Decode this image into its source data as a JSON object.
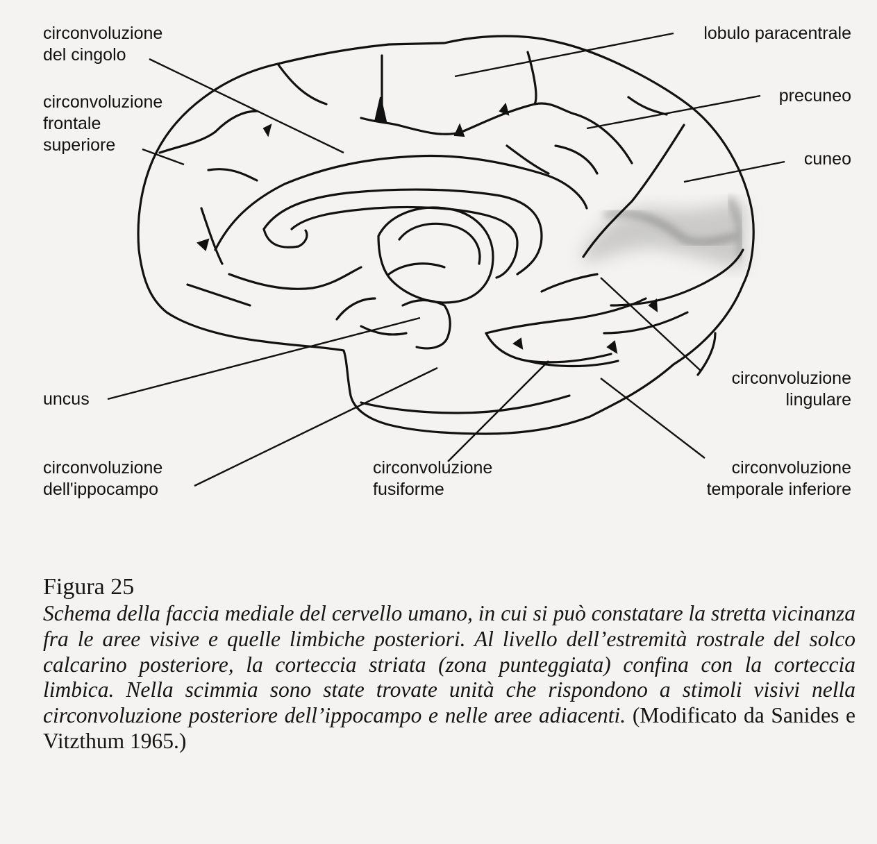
{
  "labels": {
    "cingolo": [
      "circonvoluzione",
      "del cingolo"
    ],
    "frontale": [
      "circonvoluzione",
      "frontale",
      "superiore"
    ],
    "paracentrale": [
      "lobulo paracentrale"
    ],
    "precuneo": [
      "precuneo"
    ],
    "cuneo": [
      "cuneo"
    ],
    "lingulare": [
      "circonvoluzione",
      "lingulare"
    ],
    "uncus": [
      "uncus"
    ],
    "ippocampo": [
      "circonvoluzione",
      "dell'ippocampo"
    ],
    "fusiforme": [
      "circonvoluzione",
      "fusiforme"
    ],
    "temporale": [
      "circonvoluzione",
      "temporale inferiore"
    ]
  },
  "caption": {
    "title": "Figura 25",
    "italic": "Schema della faccia mediale del cervello umano, in cui si può constatare la stretta vicinanza fra le aree visive e quelle limbiche posteriori. Al livello dell’estremità rostrale del solco calcarino posteriore, la corteccia striata (zona punteggiata) confina con la corteccia limbica. Nella scimmia sono state trovate unità che rispondono a stimoli visivi nella circonvoluzione posteriore dell’ippocampo e nelle aree adiacenti.",
    "reference": " (Modificato da Sanides e Vitzthum 1965.)"
  }
}
